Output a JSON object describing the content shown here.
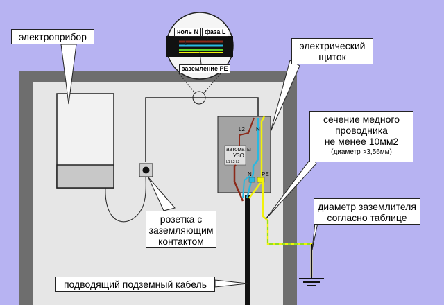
{
  "labels": {
    "appliance": "электроприбор",
    "panel_line1": "электрический",
    "panel_line2": "щиток",
    "conductor_line1": "сечение медного",
    "conductor_line2": "проводника",
    "conductor_line3": "не менее 10мм2",
    "conductor_line4": "(диаметр >3,56мм)",
    "electrode_line1": "диаметр заземлителя",
    "electrode_line2": "согласно таблице",
    "socket_line1": "розетка с",
    "socket_line2": "заземляющим",
    "socket_line3": "контактом",
    "cable": "подводящий подземный кабель"
  },
  "inset": {
    "neutral": "ноль N",
    "phase": "фаза L",
    "ground": "заземление PE"
  },
  "panel": {
    "rcd_line1": "автоматы",
    "rcd_line2": "УЗО",
    "terminal_l2": "L2",
    "terminal_n_top": "N",
    "terminal_n_bottom": "N",
    "terminal_pe": "PE",
    "terminal_small": "L1 L2 L3"
  },
  "colors": {
    "background": "#b7b3f2",
    "wall": "#6e6e6e",
    "room": "#e6e6e6",
    "phase_wire": "#8b2a1a",
    "neutral_wire": "#29b8e0",
    "ground_wire_yellow": "#f2f20a",
    "ground_wire_green": "#5ed62a",
    "cable": "#111111"
  }
}
